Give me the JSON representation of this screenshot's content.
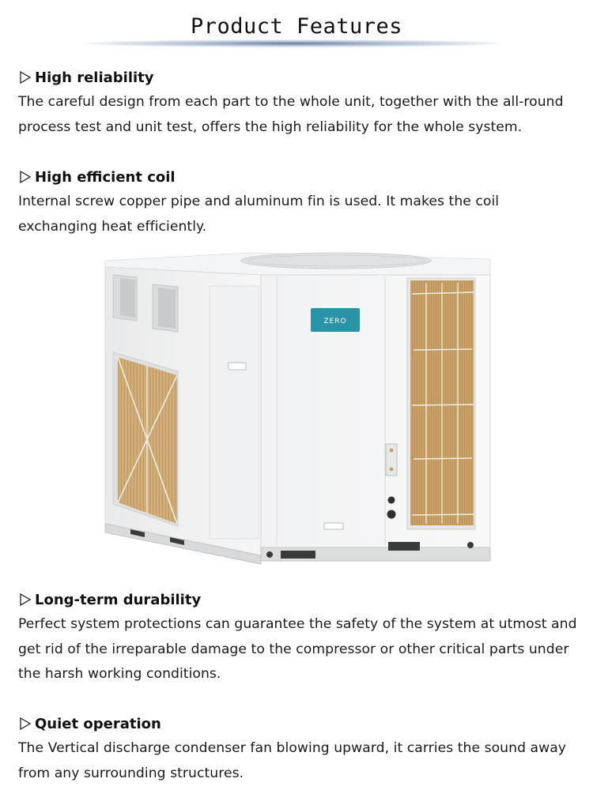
{
  "header": {
    "title": "Product Features",
    "rule_color": "#526891"
  },
  "features": [
    {
      "icon": "triangle-right-outline-icon",
      "title": "High reliability",
      "body": "The careful design from each part to the whole unit, together with the all-round process test and unit test, offers the high reliability for the whole system."
    },
    {
      "icon": "triangle-right-outline-icon",
      "title": "High efficient coil",
      "body": "Internal screw copper pipe and aluminum fin is used. It makes the coil exchanging heat efficiently."
    },
    {
      "icon": "triangle-right-outline-icon",
      "title": "Long-term durability",
      "body": "Perfect system protections can guarantee the safety of the system at utmost and get rid of the irreparable damage to the compressor or other critical parts under the harsh working conditions."
    },
    {
      "icon": "triangle-right-outline-icon",
      "title": "Quiet operation",
      "body": "The Vertical discharge condenser fan blowing upward, it carries the sound away from any surrounding structures."
    }
  ],
  "product_image": {
    "alt": "Rooftop packaged air conditioning unit",
    "brand_label": "ZERO",
    "brand_color": "#2a93a6",
    "coil_color": "#c9a36a",
    "cabinet_color": "#f2f3f4"
  }
}
